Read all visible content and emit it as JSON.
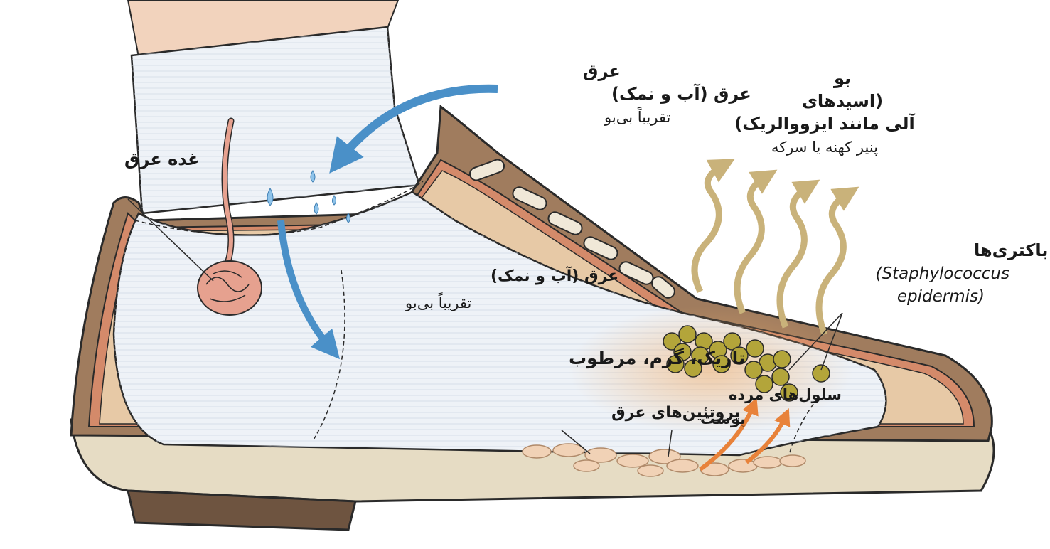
{
  "labels": {
    "sweat_top": {
      "line1": "عرق",
      "line2": "عرق (آب و نمک)",
      "line3": "تقریباً بی‌بو"
    },
    "odor": {
      "line1": "بو",
      "line2": "(اسیدهای",
      "line3": "آلی مانند ایزووالریک)",
      "line4": "پنیر کهنه یا سرکه"
    },
    "sweat_gland": "غده عرق",
    "sweat_mid": {
      "line1": "عرق (آب و نمک)",
      "line2": "تقریباً بی‌بو"
    },
    "environment": "تاریک، گرم، مرطوب",
    "bacteria": {
      "line1": "باکتری‌ها",
      "line2": "(Staphylococcus",
      "line3": "epidermis)"
    },
    "dead_cells": {
      "line1": "سلول‌های مرده",
      "line2": "پوست"
    },
    "proteins": "پروتئین‌های عرق"
  },
  "colors": {
    "sock": "#e9eef5",
    "shoe_leather": "#a07c5e",
    "shoe_inner": "#e7c9a6",
    "lining_red": "#d48a6a",
    "sole": "#e6dcc4",
    "heel": "#6e5440",
    "sweat_arrow": "#4a90c8",
    "odor_arrow": "#c9b27a",
    "bacteria": "#b3a53a",
    "gland": "#e6a18f",
    "orange_arrow": "#e8823a",
    "skin": "#f1d2b6"
  }
}
